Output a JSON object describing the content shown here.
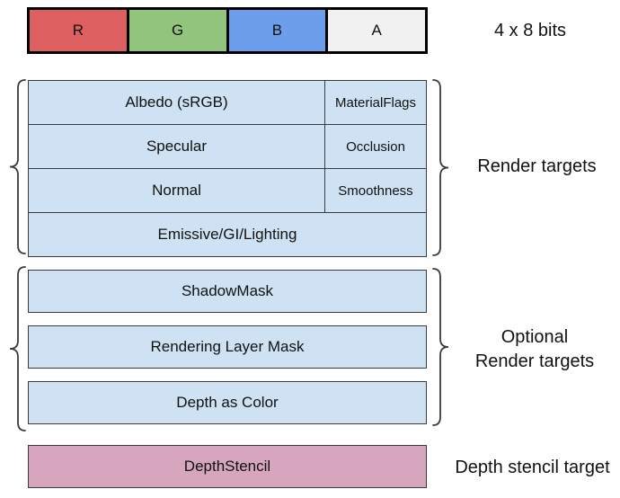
{
  "bit_layout": {
    "bits_label": "4 x 8 bits",
    "channels": [
      {
        "label": "R",
        "color": "#DD5F5F"
      },
      {
        "label": "G",
        "color": "#93C47D"
      },
      {
        "label": "B",
        "color": "#6D9EEB"
      },
      {
        "label": "A",
        "color": "#F1F1F1"
      }
    ]
  },
  "render_targets": {
    "group_label": "Render targets",
    "rows": [
      {
        "main": "Albedo (sRGB)",
        "alpha": "MaterialFlags"
      },
      {
        "main": "Specular",
        "alpha": "Occlusion"
      },
      {
        "main": "Normal",
        "alpha": "Smoothness"
      },
      {
        "main": "Emissive/GI/Lighting"
      }
    ]
  },
  "optional_render_targets": {
    "group_label_lines": [
      "Optional",
      "Render targets"
    ],
    "rows": [
      {
        "label": "ShadowMask"
      },
      {
        "label": "Rendering Layer Mask"
      },
      {
        "label": "Depth as Color"
      }
    ]
  },
  "depth_stencil": {
    "box_label": "DepthStencil",
    "group_label": "Depth stencil target"
  },
  "colors": {
    "buffer_fill": "#CFE2F3",
    "depth_fill": "#D5A6BD",
    "border": "#3b3b3b",
    "bar_border": "#000000",
    "text": "#111111"
  }
}
